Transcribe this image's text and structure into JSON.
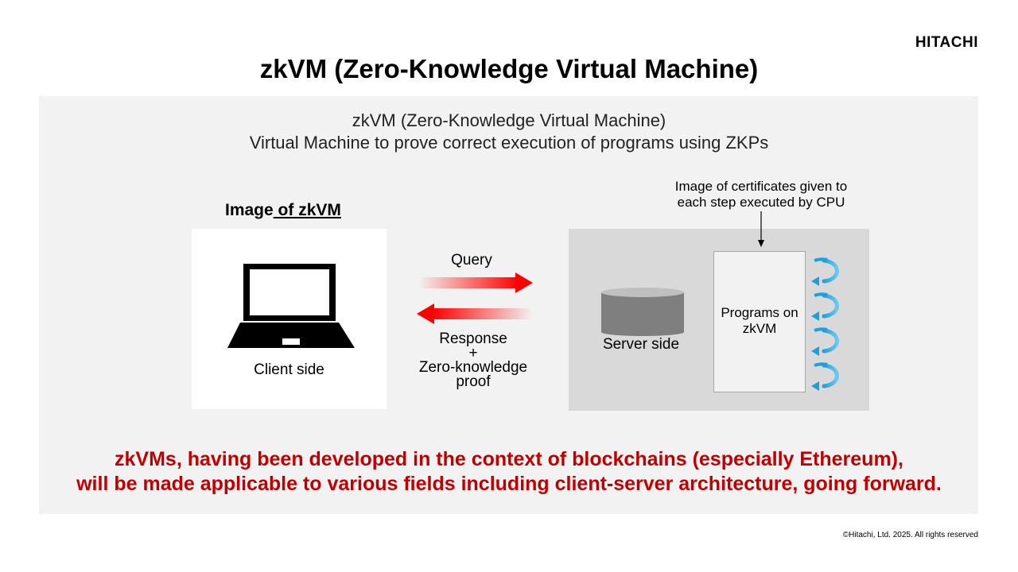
{
  "header": {
    "logo_text": "HITACHI",
    "title": "zkVM (Zero-Knowledge Virtual Machine)"
  },
  "definition": {
    "line1": "zkVM (Zero-Knowledge Virtual Machine)",
    "line2": "Virtual Machine to prove correct execution of programs using ZKPs"
  },
  "diagram": {
    "heading_part1": "Image",
    "heading_part2": " of zkVM",
    "client_label": "Client side",
    "query_label": "Query",
    "response_line1": "Response",
    "response_line2": "+",
    "response_line3": "Zero-knowledge",
    "response_line4": "proof",
    "server_label": "Server side",
    "cert_note_line1": "Image of certificates given to",
    "cert_note_line2": "each step executed by CPU",
    "program_line1": "Programs on",
    "program_line2": "zkVM",
    "icons": [
      "laptop-icon",
      "database-icon",
      "loop-arrow-icon"
    ]
  },
  "colors": {
    "arrow_red": "#ff0000",
    "conclusion_red": "#c00000",
    "loop_blue": "#1ea0dc",
    "panel_gray": "#f2f2f2",
    "server_gray": "#d9d9d9"
  },
  "conclusion": {
    "line1": "zkVMs, having been developed in the context of blockchains (especially Ethereum),",
    "line2": "will be made applicable to various fields including client-server architecture, going forward."
  },
  "footer": {
    "copyright": "©Hitachi, Ltd. 2025. All rights reserved"
  }
}
